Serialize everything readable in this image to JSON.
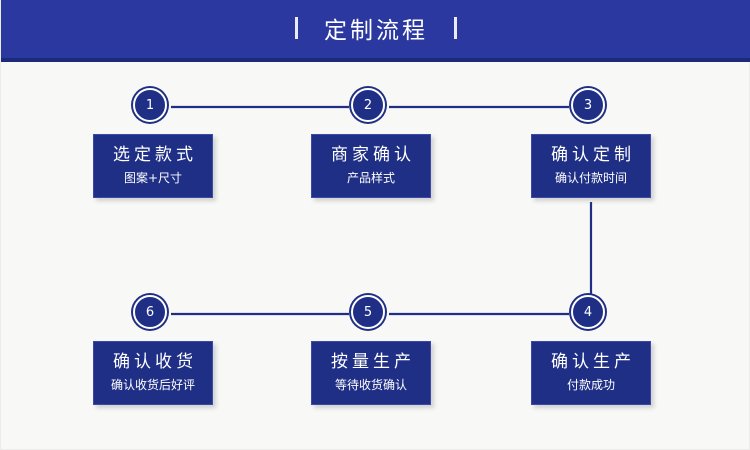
{
  "header": {
    "title": "定制流程",
    "left_tick": "|",
    "right_tick": "|",
    "background_color": "#2a38a0",
    "underline_color": "#1b2a7a",
    "title_color": "#ffffff"
  },
  "theme": {
    "page_background": "#f8f8f6",
    "node_fill": "#1f2f86",
    "node_border": "#3b49a8",
    "connector_color": "#1f2f86",
    "text_color": "#ffffff"
  },
  "flow": {
    "steps": [
      {
        "number": "1",
        "title": "选定款式",
        "subtitle": "图案+尺寸"
      },
      {
        "number": "2",
        "title": "商家确认",
        "subtitle": "产品样式"
      },
      {
        "number": "3",
        "title": "确认定制",
        "subtitle": "确认付款时间"
      },
      {
        "number": "4",
        "title": "确认生产",
        "subtitle": "付款成功"
      },
      {
        "number": "5",
        "title": "按量生产",
        "subtitle": "等待收货确认"
      },
      {
        "number": "6",
        "title": "确认收货",
        "subtitle": "确认收货后好评"
      }
    ]
  }
}
